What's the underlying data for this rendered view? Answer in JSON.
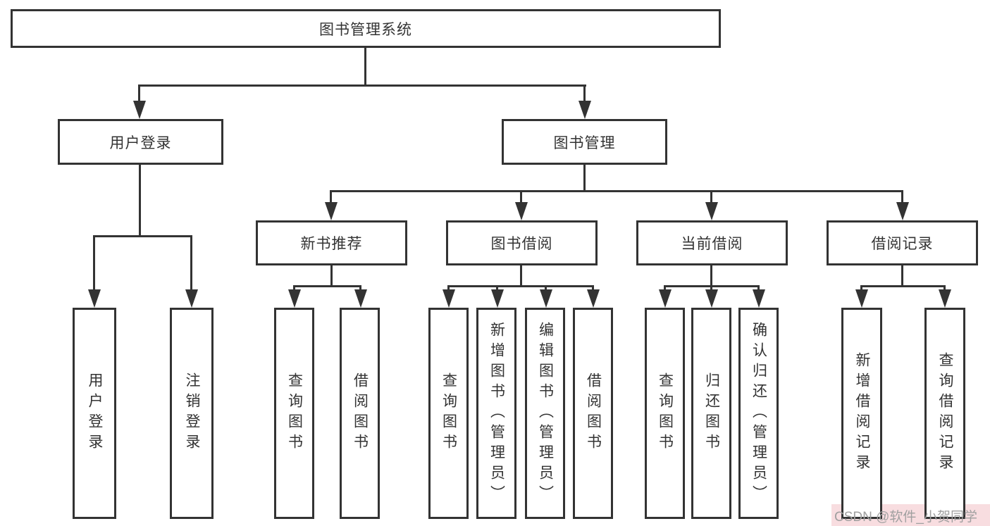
{
  "colors": {
    "line": "#333333",
    "box_border": "#333333",
    "box_fill": "#ffffff",
    "text": "#333333",
    "background": "#ffffff",
    "watermark_text": "#a0a0a0",
    "watermark_band": "#f8dde0"
  },
  "tree": {
    "root": {
      "label": "图书管理系统"
    },
    "level2": [
      {
        "label": "用户登录",
        "children": [
          {
            "label": "用户登录"
          },
          {
            "label": "注销登录"
          }
        ]
      },
      {
        "label": "图书管理",
        "children": [
          {
            "label": "新书推荐",
            "children": [
              {
                "label": "查询图书"
              },
              {
                "label": "借阅图书"
              }
            ]
          },
          {
            "label": "图书借阅",
            "children": [
              {
                "label": "查询图书"
              },
              {
                "label": "新增图书（管理员）"
              },
              {
                "label": "编辑图书（管理员）"
              },
              {
                "label": "借阅图书"
              }
            ]
          },
          {
            "label": "当前借阅",
            "children": [
              {
                "label": "查询图书"
              },
              {
                "label": "归还图书"
              },
              {
                "label": "确认归还（管理员）"
              }
            ]
          },
          {
            "label": "借阅记录",
            "children": [
              {
                "label": "新增借阅记录"
              },
              {
                "label": "查询借阅记录"
              }
            ]
          }
        ]
      }
    ]
  },
  "watermark": {
    "text": "CSDN @软件_小贺同学"
  }
}
